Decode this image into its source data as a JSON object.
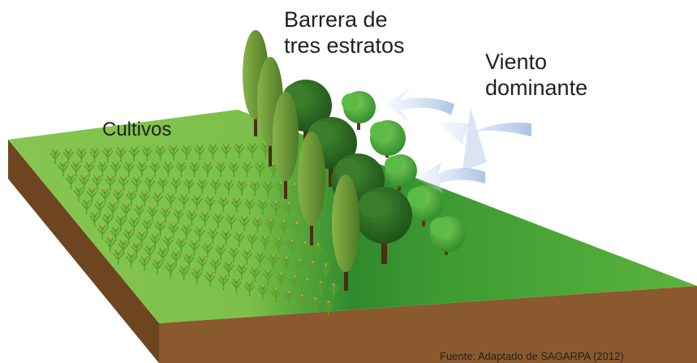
{
  "labels": {
    "barrier": [
      "Barrera de",
      "tres estratos"
    ],
    "wind": [
      "Viento",
      "dominante"
    ],
    "crops": "Cultivos",
    "source": "Fuente: Adaptado de SAGARPA (2012)"
  },
  "colors": {
    "grass_light": "#7cc04b",
    "grass_dark": "#2f8c2b",
    "soil": "#8a5a2e",
    "soil_dark": "#6b4220",
    "poplar": "#6f9a33",
    "broadleaf": "#2b6b23",
    "shrub": "#45a83a",
    "wind_arrow": "#b8cce6",
    "crop": "#5aa02c",
    "text": "#231f20"
  },
  "icons": [
    "poplar-tree-icon",
    "broadleaf-tree-icon",
    "shrub-icon",
    "wind-arrow-icon",
    "crop-plant-icon"
  ]
}
